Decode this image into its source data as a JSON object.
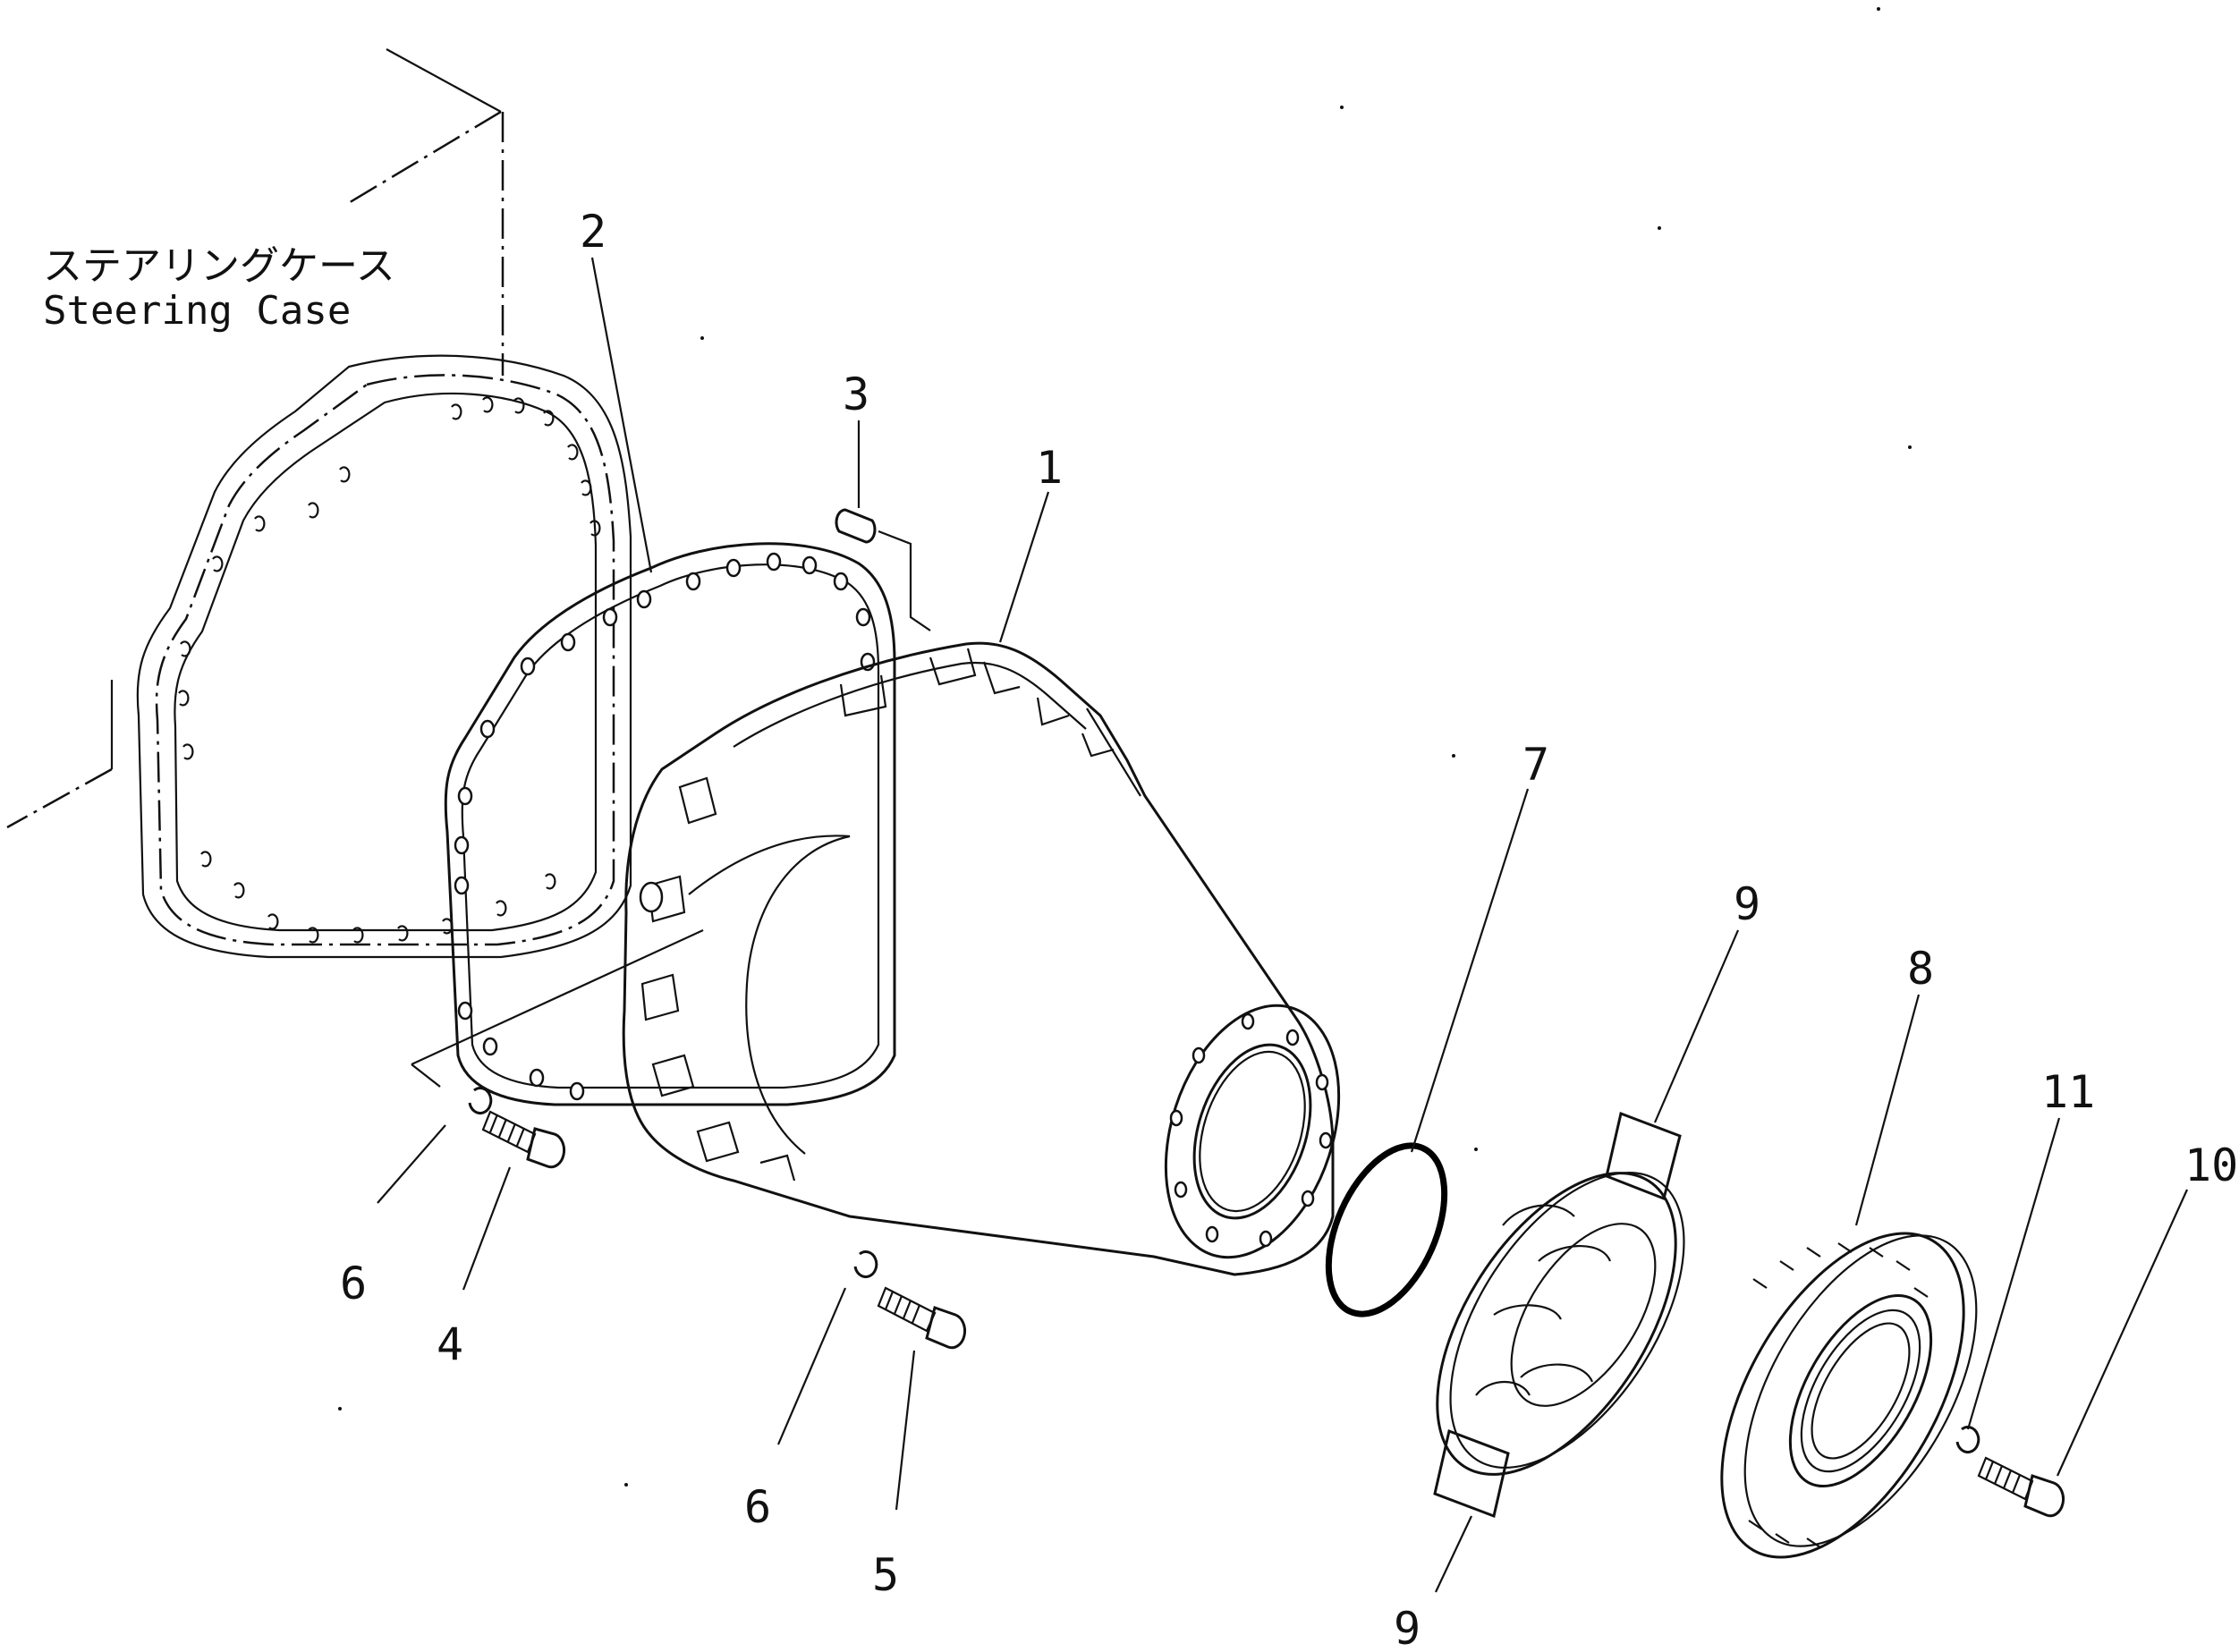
{
  "diagram": {
    "ref_label_jp": "ステアリングケース",
    "ref_label_en": "Steering Case",
    "callouts": [
      {
        "id": "c1",
        "text": "1"
      },
      {
        "id": "c2",
        "text": "2"
      },
      {
        "id": "c3",
        "text": "3"
      },
      {
        "id": "c4",
        "text": "4"
      },
      {
        "id": "c5",
        "text": "5"
      },
      {
        "id": "c6a",
        "text": "6"
      },
      {
        "id": "c6b",
        "text": "6"
      },
      {
        "id": "c7",
        "text": "7"
      },
      {
        "id": "c8",
        "text": "8"
      },
      {
        "id": "c9a",
        "text": "9"
      },
      {
        "id": "c9b",
        "text": "9"
      },
      {
        "id": "c10",
        "text": "10"
      },
      {
        "id": "c11",
        "text": "11"
      }
    ]
  }
}
